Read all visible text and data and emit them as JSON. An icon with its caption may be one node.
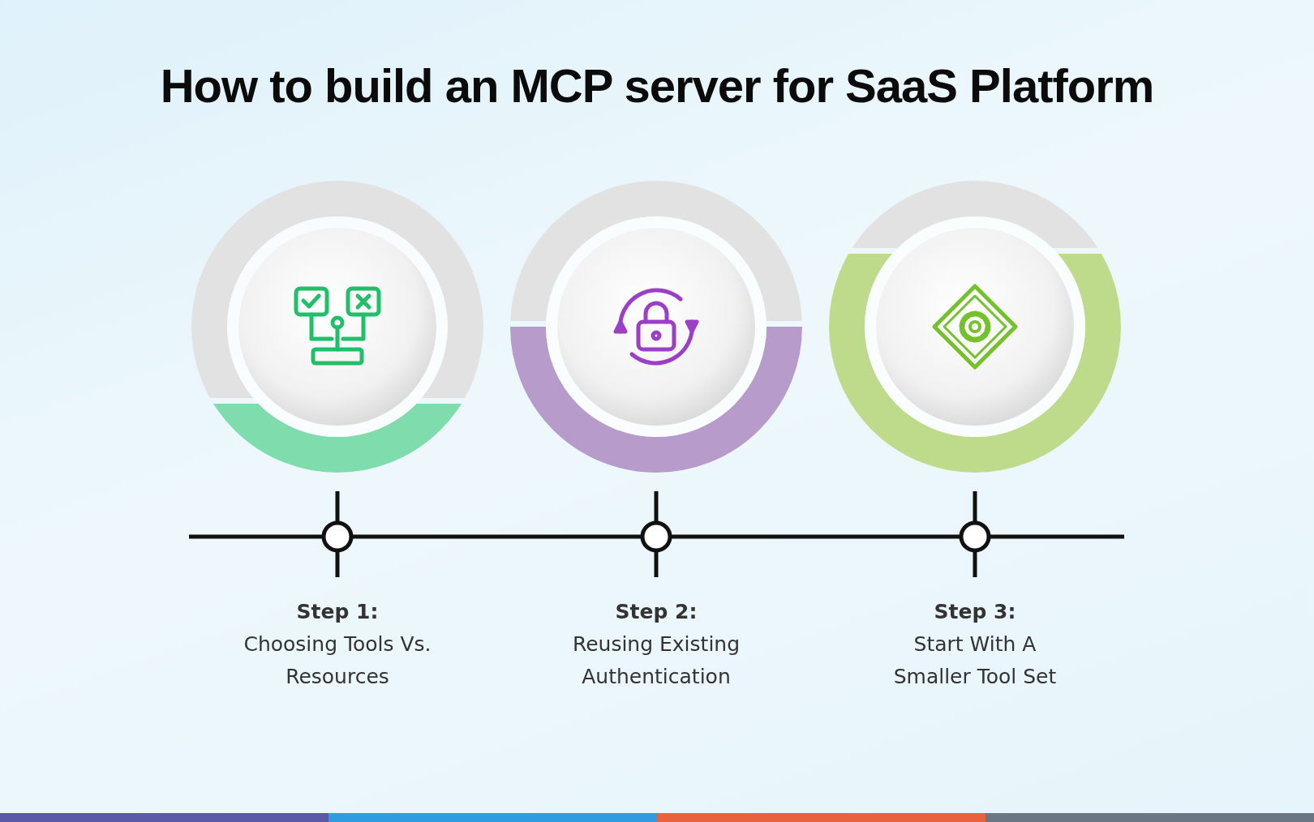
{
  "diagram": {
    "title": "How to build an MCP server for SaaS Platform",
    "labels": [
      "Step 1:",
      "Choosing Tools Vs. Resources",
      "Step 2:",
      "Reusing Existing Authentication",
      "Step 3:",
      "Start With A Smaller Tool Set"
    ]
  }
}
